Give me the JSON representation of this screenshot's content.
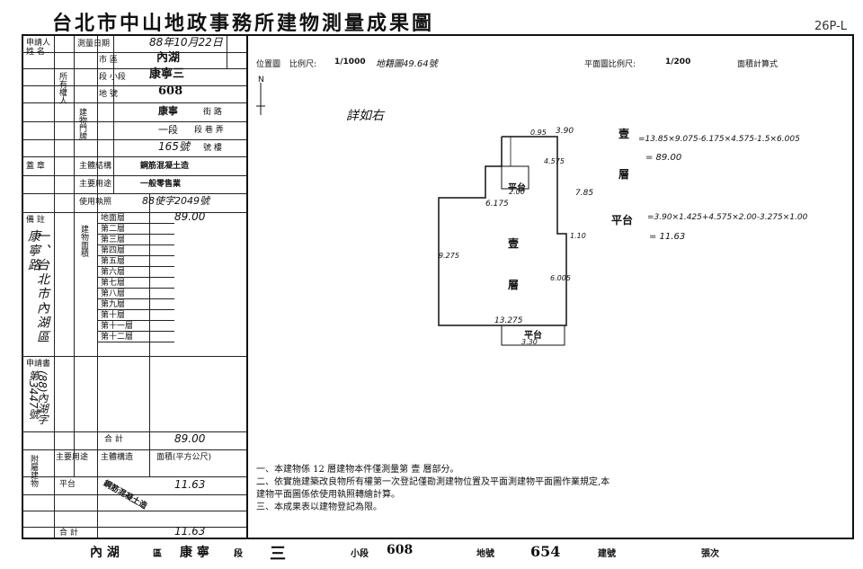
{
  "header": {
    "title": "台北市中山地政事務所建物測量成果圖",
    "corner_note": "26P-L"
  },
  "left_table": {
    "applicant_label": "申請人 姓 名",
    "owner_label": "所有權人",
    "seal_label": "蓋 章",
    "survey_date_label": "測量日期",
    "survey_date": "88年10月22日",
    "district_label": "市 區",
    "district": "內湖",
    "section_label": "段 小段",
    "section": "康寧三",
    "lot_label": "地 號",
    "lot": "608",
    "address_label": "建物門牌",
    "street_label": "街 路",
    "street": "康寧",
    "lane_label": "段 巷 弄",
    "lane": "一段",
    "number_label": "號 樓",
    "number": "165號",
    "structure_label": "主體結構",
    "structure": "鋼筋混凝土造",
    "use_label": "主要用途",
    "use": "一般零售業",
    "license_label": "使用執照",
    "license": "88使字2049號",
    "floors_label": "建物面積",
    "floor_rows": [
      "地面層",
      "第二層",
      "第三層",
      "第四層",
      "第五層",
      "第六層",
      "第七層",
      "第八層",
      "第九層",
      "第十層",
      "第十一層",
      "第十二層"
    ],
    "ground_floor_area": "89.00",
    "remarks_label": "備 註",
    "remarks_text": "一、台北市內湖區康寧路",
    "application_label": "申請書",
    "application_value": "(88)內湖字第3447號",
    "total_label": "合 計",
    "total_area": "89.00",
    "subsidiary_label": "附屬建物",
    "sub_use_header": "主要用途",
    "sub_structure_header": "主體構造",
    "sub_area_header": "面積(平方公尺)",
    "sub_row1": "平台",
    "sub_row1_area": "11.63",
    "sub_total_area": "11.63",
    "sub_structure": "鋼筋混凝土造"
  },
  "right_area": {
    "position_label": "位置圖",
    "scale_label": "比例尺:",
    "scale_position": "1/1000",
    "position_ref": "地籍圖49.64號",
    "plan_scale_label": "平面圖比例尺:",
    "plan_scale": "1/200",
    "area_calc_label": "面積計算式",
    "handwritten_note": "詳如右",
    "north_label": "N",
    "floor1_label_a": "壹",
    "floor1_label_b": "層",
    "calc_floor1_a": "=13.85×9.075-6.175×4.575-1.5×6.005",
    "calc_floor1_b": "= 89.00",
    "platform_label": "平台",
    "calc_platform_a": "=3.90×1.425+4.575×2.00-3.275×1.00",
    "calc_platform_b": "= 11.63",
    "dims": {
      "d1": "0.95",
      "d2": "3.90",
      "d3": "4.575",
      "d4": "6.175",
      "d5": "7.85",
      "d6": "2.00",
      "d7": "9.275",
      "d8": "1.10",
      "d9": "6.005",
      "d10": "13.275",
      "d11": "3.30"
    },
    "plan_text_a": "壹",
    "plan_text_b": "層",
    "plan_platform_top": "平台",
    "plan_platform_bottom": "平台",
    "notes": [
      "一、本建物係 12 層建物本件僅測量第 壹 層部分。",
      "二、依實施建築改良物所有權第一次登記僅勘測建物位置及平面測建物平面圖作業規定,本建物平面圖係依使用執照轉繪計算。",
      "三、本成果表以建物登記為限。"
    ]
  },
  "footer": {
    "district": "內 湖",
    "district_suffix": "區",
    "section": "康 寧",
    "section_suffix": "段",
    "subsection": "三",
    "subsection_suffix": "小段",
    "lot": "608",
    "lot_suffix": "地號",
    "building_no": "654",
    "building_suffix": "建號",
    "page_label": "張次"
  }
}
